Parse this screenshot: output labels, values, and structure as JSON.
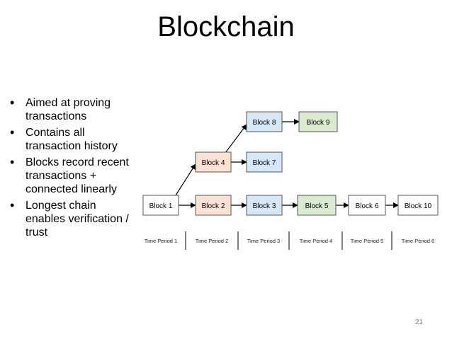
{
  "slide": {
    "title": "Blockchain",
    "page_number": "21"
  },
  "bullets": [
    "Aimed at proving transactions",
    "Contains all transaction history",
    "Blocks record recent transactions + connected linearly",
    "Longest chain enables verification / trust"
  ],
  "diagram": {
    "blocks": [
      {
        "id": "b1",
        "label": "Block 1",
        "color": "#ffffff"
      },
      {
        "id": "b2",
        "label": "Block 2",
        "color": "#fbe1d3"
      },
      {
        "id": "b3",
        "label": "Block 3",
        "color": "#d6e8f5"
      },
      {
        "id": "b4",
        "label": "Block 4",
        "color": "#fbe1d3"
      },
      {
        "id": "b5",
        "label": "Block 5",
        "color": "#d9ead0"
      },
      {
        "id": "b6",
        "label": "Block 6",
        "color": "#ffffff"
      },
      {
        "id": "b7",
        "label": "Block 7",
        "color": "#d6e8f5"
      },
      {
        "id": "b8",
        "label": "Block 8",
        "color": "#d6e8f5"
      },
      {
        "id": "b9",
        "label": "Block 9",
        "color": "#d9ead0"
      },
      {
        "id": "b10",
        "label": "Block 10",
        "color": "#ffffff"
      }
    ],
    "time_periods": [
      "Time Period 1",
      "Time Period 2",
      "Time Period 3",
      "Time Period 4",
      "Time Period 5",
      "Time Period 6"
    ]
  }
}
